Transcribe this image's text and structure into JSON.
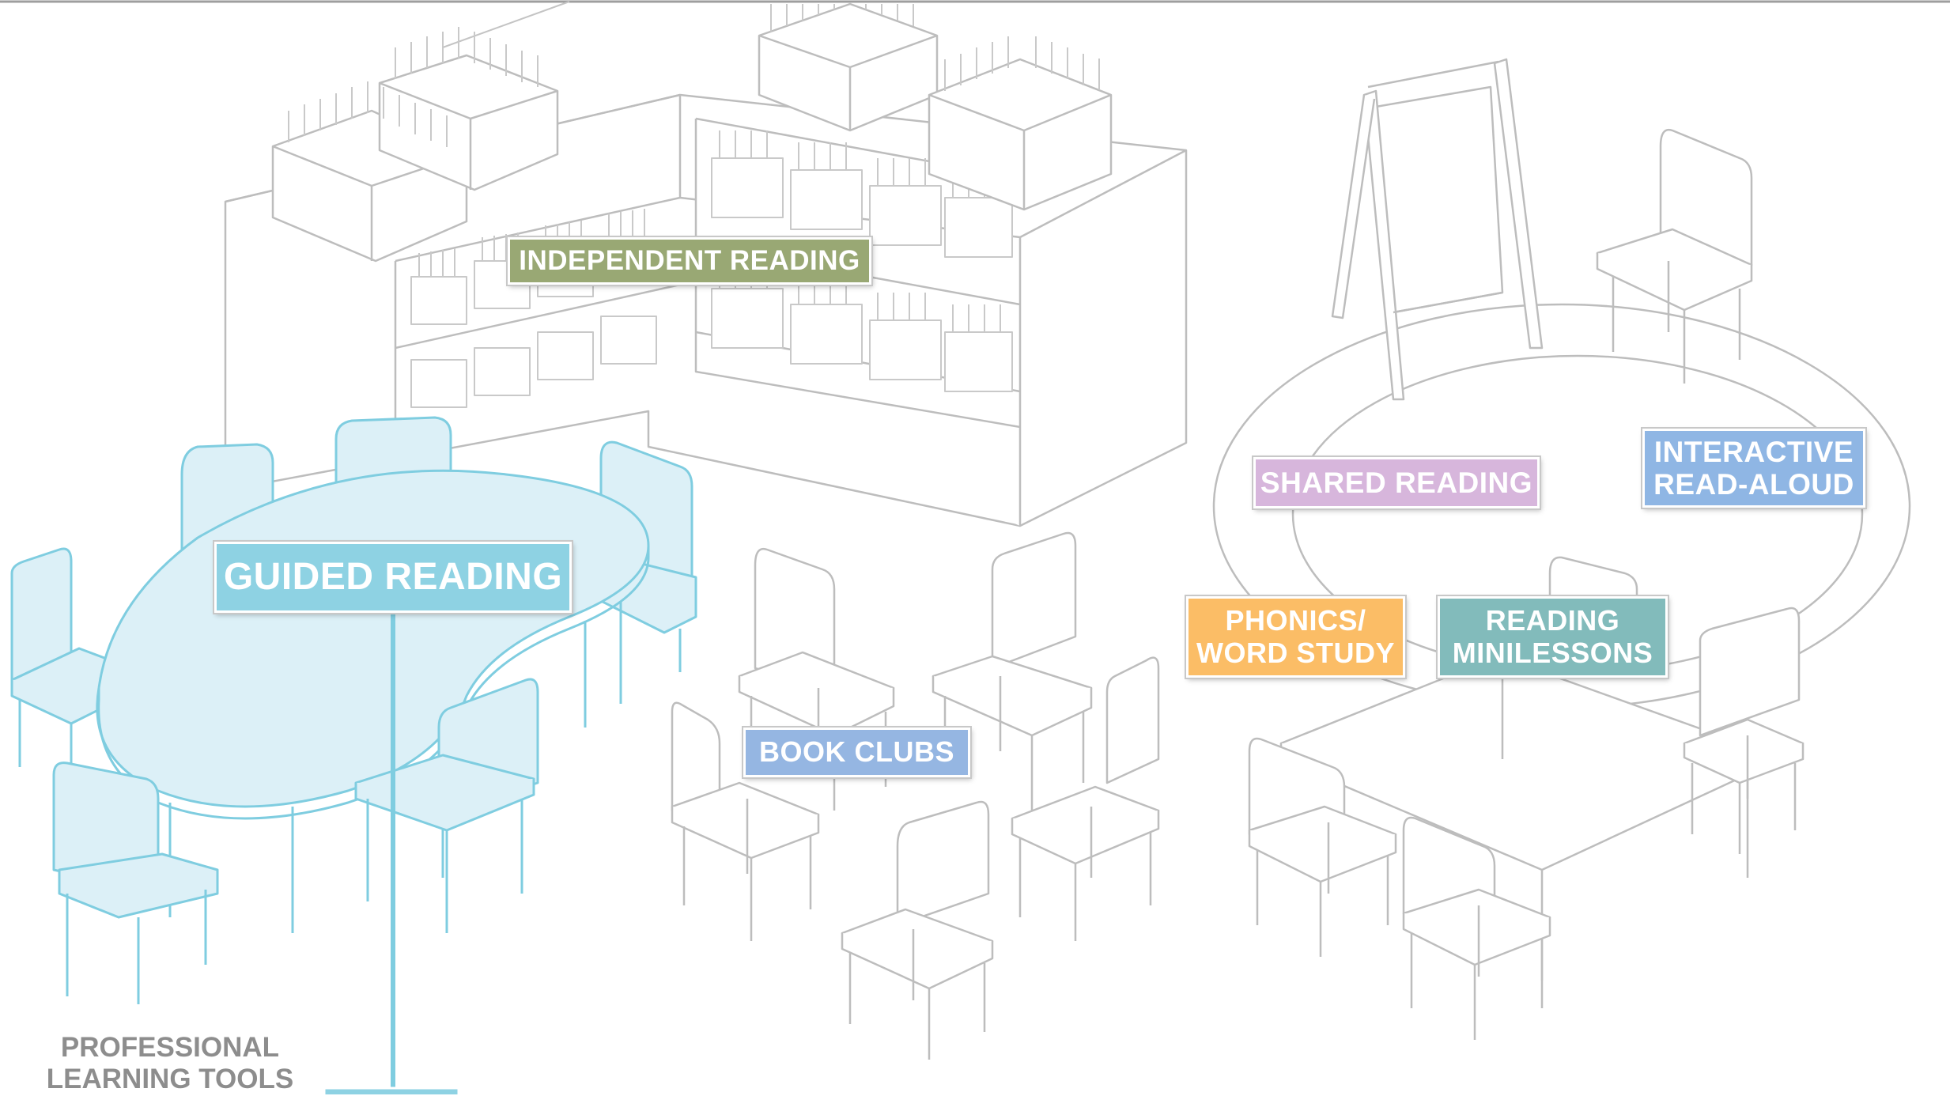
{
  "colors": {
    "line": "#bdbdbd",
    "guided_line": "#7fcde0",
    "guided_fill": "#dcf0f7",
    "independent_reading": "#99a874",
    "guided_reading": "#8ed2e3",
    "shared_reading": "#d7b6dc",
    "interactive_read_aloud": "#8fb6e4",
    "phonics_word_study": "#fbbd66",
    "reading_minilessons": "#82bbbb",
    "book_clubs": "#95b6e2"
  },
  "labels": {
    "independent_reading": "INDEPENDENT READING",
    "guided_reading": "GUIDED READING",
    "shared_reading": "SHARED READING",
    "interactive_read_aloud": "INTERACTIVE\nREAD-ALOUD",
    "phonics_word_study": "PHONICS/\nWORD STUDY",
    "reading_minilessons": "READING\nMINILESSONS",
    "book_clubs": "BOOK CLUBS"
  },
  "caption": {
    "professional_learning_tools": "PROFESSIONAL\nLEARNING TOOLS"
  }
}
